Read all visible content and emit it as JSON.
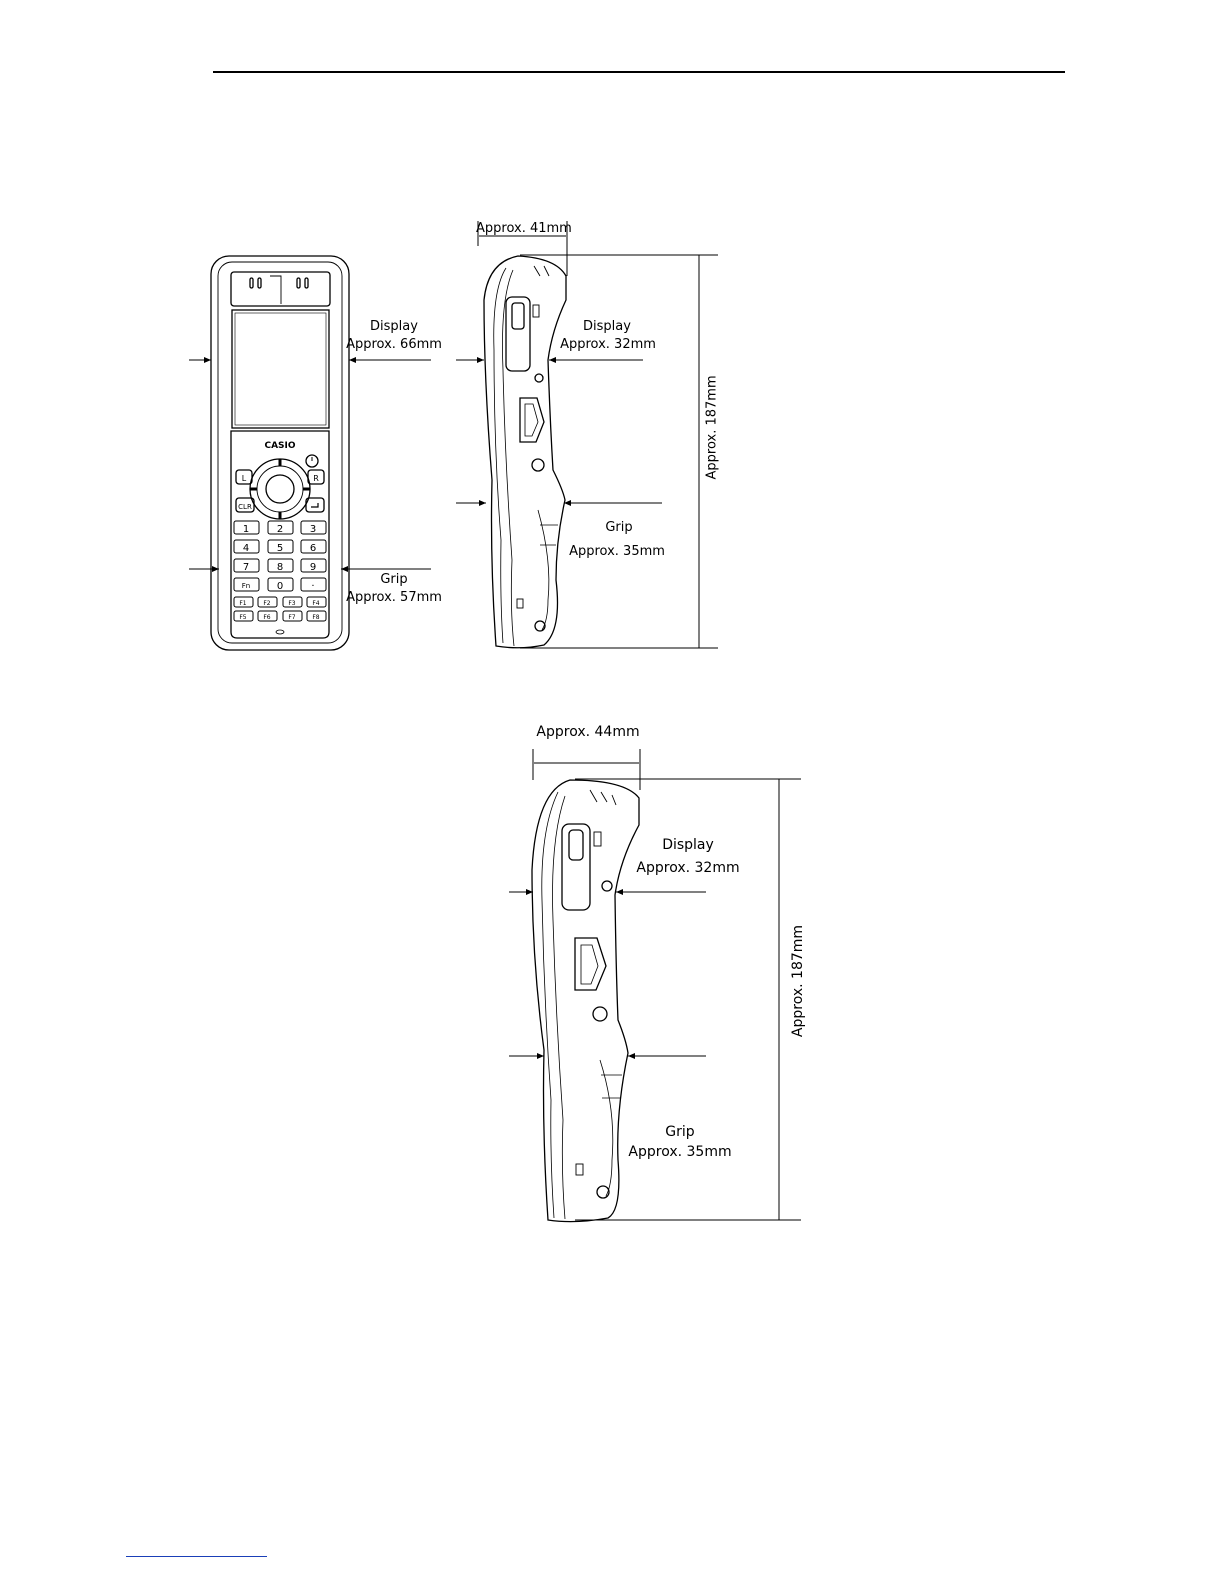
{
  "figure_front": {
    "device_logo": "CASIO",
    "keys": [
      "1",
      "2",
      "3",
      "4",
      "5",
      "6",
      "7",
      "8",
      "9",
      "Fn",
      "0",
      "·",
      "F1",
      "F2",
      "F3",
      "F4",
      "F5",
      "F6",
      "F7",
      "F8"
    ],
    "side_keys": [
      "L",
      "R",
      "CLR"
    ],
    "display_label": "Display",
    "display_value": "Approx. 66mm",
    "grip_label": "Grip",
    "grip_value": "Approx. 57mm"
  },
  "figure_side_small": {
    "depth_value": "Approx. 41mm",
    "display_label": "Display",
    "display_value": "Approx. 32mm",
    "grip_label": "Grip",
    "grip_value": "Approx. 35mm",
    "height_value": "Approx. 187mm"
  },
  "figure_side_large": {
    "depth_value": "Approx. 44mm",
    "display_label": "Display",
    "display_value": "Approx. 32mm",
    "grip_label": "Grip",
    "grip_value": "Approx. 35mm",
    "height_value": "Approx. 187mm"
  }
}
